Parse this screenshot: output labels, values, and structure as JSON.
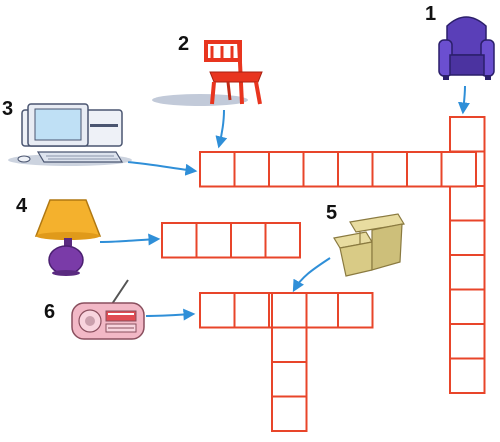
{
  "puzzle": {
    "clues": [
      {
        "number": "1",
        "icon": "armchair-icon"
      },
      {
        "number": "2",
        "icon": "chair-icon"
      },
      {
        "number": "3",
        "icon": "computer-icon"
      },
      {
        "number": "4",
        "icon": "lamp-icon"
      },
      {
        "number": "5",
        "icon": "school-desk-icon"
      },
      {
        "number": "6",
        "icon": "radio-icon"
      }
    ],
    "colors": {
      "grid": "#e8452a",
      "arrow": "#2f8fd8",
      "armchair": "#5a3fb8",
      "chair": "#e8351f",
      "lamp_shade": "#f4b12d",
      "lamp_base": "#7a3ba8",
      "desk": "#e8dca0",
      "radio": "#f2b8c6"
    }
  }
}
